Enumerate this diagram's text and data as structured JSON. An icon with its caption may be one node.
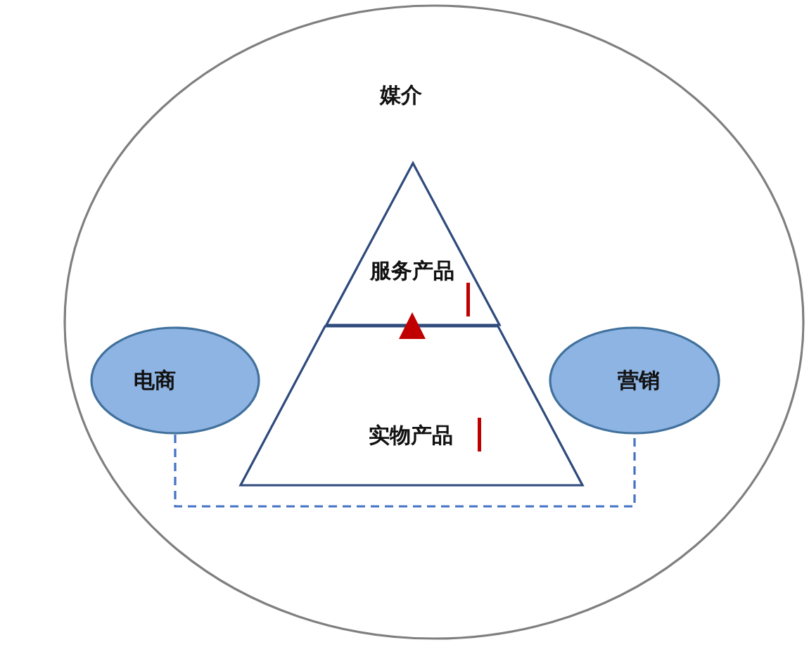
{
  "diagram": {
    "nodes": [
      {
        "text": [
          "媒介"
        ]
      },
      {
        "text": [
          "服务产品"
        ],
        "in": 0
      },
      {
        "text": [
          "实物产品"
        ],
        "in": 0
      },
      {
        "text": [
          "电商"
        ],
        "in": 0
      },
      {
        "text": [
          "营销"
        ],
        "in": 0
      }
    ],
    "edges": [
      {
        "from": 3,
        "to": 4,
        "arrow": "none",
        "style": "dashed",
        "color": "#4472c4"
      },
      {
        "from": 2,
        "to": 1,
        "arrow": "to",
        "style": "thick",
        "color": "#c00000"
      }
    ]
  }
}
